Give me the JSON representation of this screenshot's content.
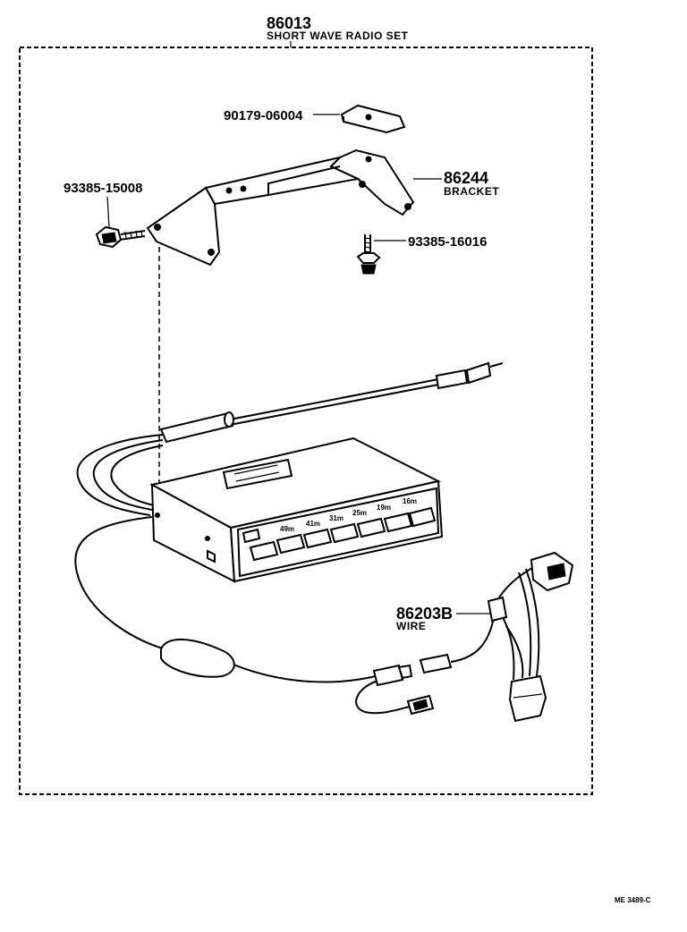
{
  "assembly": {
    "part_number": "86013",
    "name": "SHORT WAVE RADIO SET"
  },
  "parts": [
    {
      "part_number": "90179-06004",
      "name": ""
    },
    {
      "part_number": "93385-15008",
      "name": ""
    },
    {
      "part_number": "86244",
      "name": "BRACKET"
    },
    {
      "part_number": "93385-16016",
      "name": ""
    },
    {
      "part_number": "86203B",
      "name": "WIRE"
    }
  ],
  "radio_bands": [
    "49m",
    "41m",
    "31m",
    "25m",
    "19m",
    "16m"
  ],
  "footer_code": "ME 3489-C"
}
